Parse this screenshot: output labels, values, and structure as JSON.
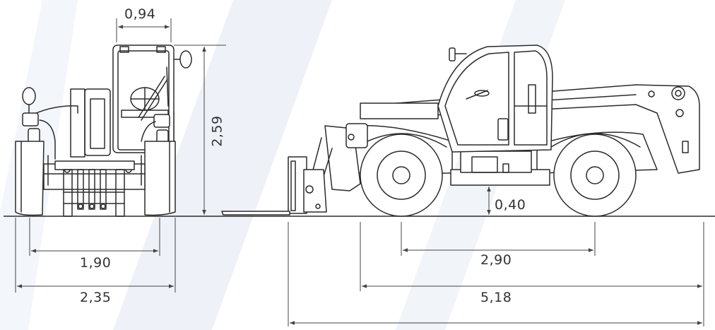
{
  "colors": {
    "background": "#ffffff",
    "watermark": "#eef2f8",
    "line": "#2b2b2b",
    "label": "#333333"
  },
  "dimensions": {
    "cab_width": "0,94",
    "overall_height": "2,59",
    "track_width": "1,90",
    "overall_width": "2,35",
    "ground_clearance": "0,40",
    "wheelbase": "2,90",
    "length_to_fork_face": "5,18"
  }
}
